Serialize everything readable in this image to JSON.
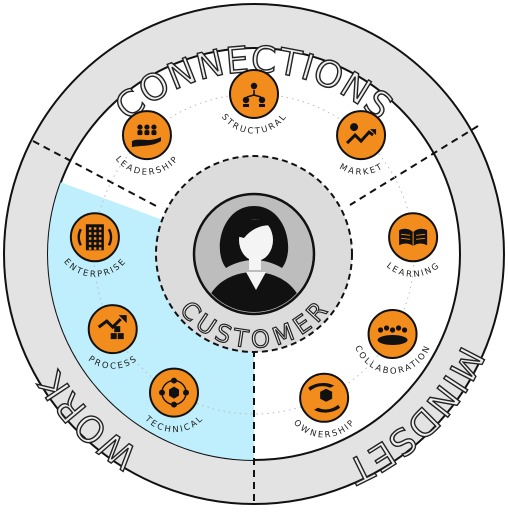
{
  "diagram": {
    "ring_labels": {
      "top": "CONNECTIONS",
      "left": "WORK",
      "right": "MINDSET"
    },
    "center": {
      "label": "CUSTOMER",
      "icon": "customer-avatar-icon"
    },
    "nodes": [
      {
        "label": "STRUCTURAL",
        "icon": "org-structure-icon"
      },
      {
        "label": "LEADERSHIP",
        "icon": "leadership-hand-icon"
      },
      {
        "label": "MARKET",
        "icon": "market-trend-icon"
      },
      {
        "label": "LEARNING",
        "icon": "open-book-icon"
      },
      {
        "label": "COLLABORATION",
        "icon": "group-icon"
      },
      {
        "label": "OWNERSHIP",
        "icon": "hands-cube-icon"
      },
      {
        "label": "ENTERPRISE",
        "icon": "building-icon"
      },
      {
        "label": "PROCESS",
        "icon": "process-chart-icon"
      },
      {
        "label": "TECHNICAL",
        "icon": "network-cube-icon"
      }
    ],
    "colors": {
      "node_fill": "#f28c1c",
      "work_highlight": "#bfeefc",
      "outer_ring": "#e3e3e3",
      "center_circle": "#bdbdbd"
    }
  }
}
